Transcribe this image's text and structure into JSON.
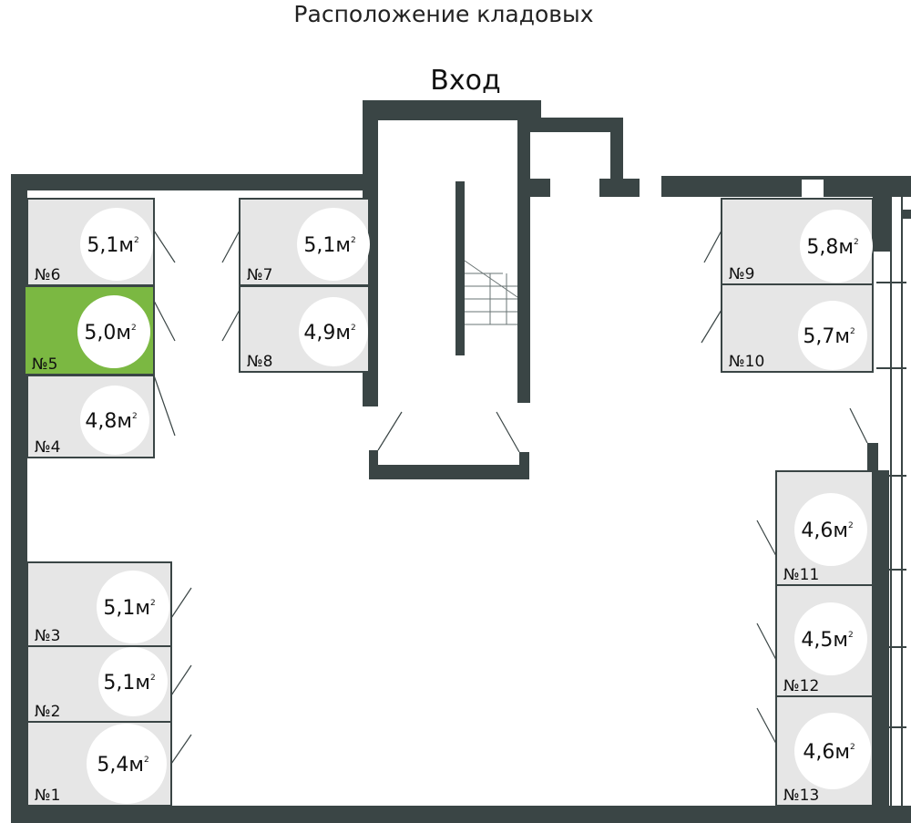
{
  "title": "Расположение кладовых",
  "entrance_label": "Вход",
  "area_unit": "м",
  "area_sup": "2",
  "colors": {
    "wall": "#3a4545",
    "unit_fill": "#e6e6e6",
    "unit_stroke": "#3a4545",
    "highlight": "#7bb842",
    "circle": "#ffffff"
  },
  "units": [
    {
      "num": "№1",
      "area": "5,4"
    },
    {
      "num": "№2",
      "area": "5,1"
    },
    {
      "num": "№3",
      "area": "5,1"
    },
    {
      "num": "№4",
      "area": "4,8"
    },
    {
      "num": "№5",
      "area": "5,0",
      "highlighted": true
    },
    {
      "num": "№6",
      "area": "5,1"
    },
    {
      "num": "№7",
      "area": "5,1"
    },
    {
      "num": "№8",
      "area": "4,9"
    },
    {
      "num": "№9",
      "area": "5,8"
    },
    {
      "num": "№10",
      "area": "5,7"
    },
    {
      "num": "№11",
      "area": "4,6"
    },
    {
      "num": "№12",
      "area": "4,5"
    },
    {
      "num": "№13",
      "area": "4,6"
    }
  ]
}
